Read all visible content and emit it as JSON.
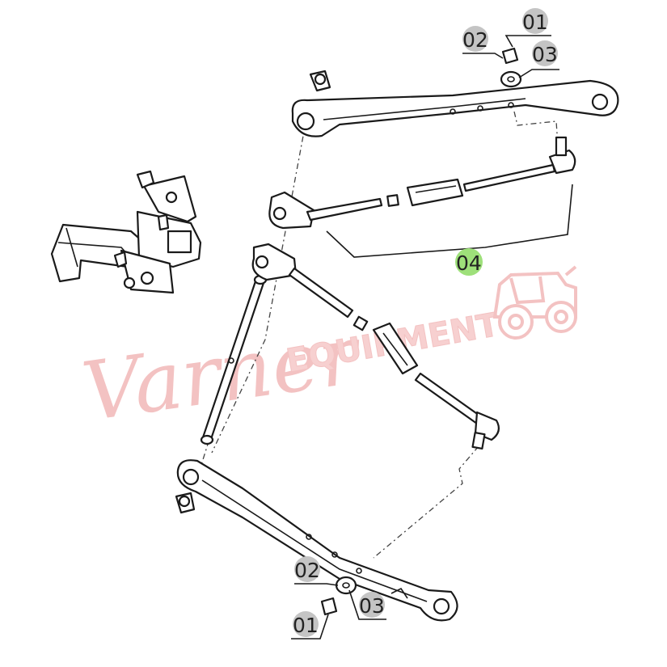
{
  "watermark": {
    "script_text": "Varner",
    "block_text": "EQUIPMENT",
    "color": "#f2b8b8",
    "icon": "jeep-icon"
  },
  "callouts": {
    "top_01": "01",
    "top_02": "02",
    "top_03": "03",
    "mid_04": "04",
    "bottom_02": "02",
    "bottom_03": "03",
    "bottom_01": "01"
  },
  "colors": {
    "callout_grey": "#c4c4c4",
    "callout_highlight": "#9ee07a",
    "line": "#1a1a1a"
  }
}
